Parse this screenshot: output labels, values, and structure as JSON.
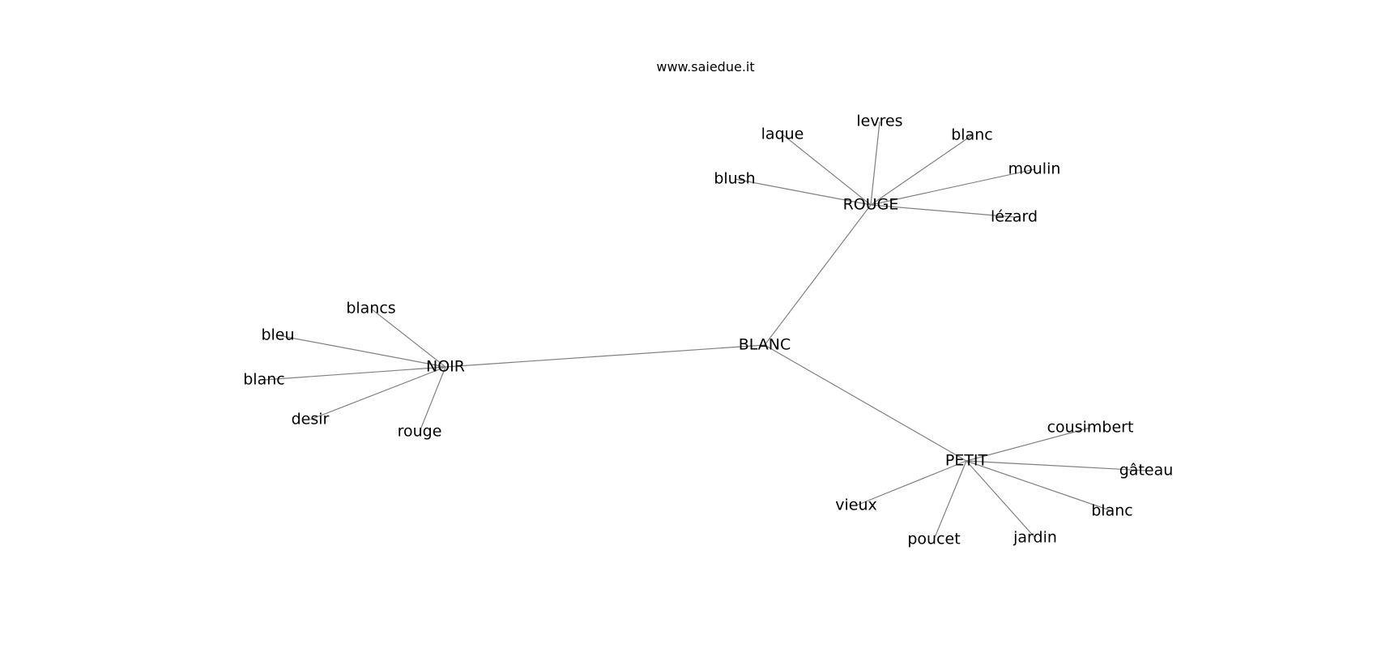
{
  "watermark": "www.saiedue.it",
  "colors": {
    "edge": "#808080",
    "label": "#000000",
    "background": "#ffffff"
  },
  "graph": {
    "nodes": [
      {
        "id": "BLANC",
        "label": "BLANC"
      },
      {
        "id": "ROUGE",
        "label": "ROUGE"
      },
      {
        "id": "NOIR",
        "label": "NOIR"
      },
      {
        "id": "PETIT",
        "label": "PETIT"
      },
      {
        "id": "r_laque",
        "label": "laque"
      },
      {
        "id": "r_levres",
        "label": "levres"
      },
      {
        "id": "r_blanc",
        "label": "blanc"
      },
      {
        "id": "r_moulin",
        "label": "moulin"
      },
      {
        "id": "r_blush",
        "label": "blush"
      },
      {
        "id": "r_lezard",
        "label": "lézard"
      },
      {
        "id": "n_blancs",
        "label": "blancs"
      },
      {
        "id": "n_bleu",
        "label": "bleu"
      },
      {
        "id": "n_blanc",
        "label": "blanc"
      },
      {
        "id": "n_desir",
        "label": "desir"
      },
      {
        "id": "n_rouge",
        "label": "rouge"
      },
      {
        "id": "p_cousimbert",
        "label": "cousimbert"
      },
      {
        "id": "p_gateau",
        "label": "gâteau"
      },
      {
        "id": "p_blanc",
        "label": "blanc"
      },
      {
        "id": "p_vieux",
        "label": "vieux"
      },
      {
        "id": "p_poucet",
        "label": "poucet"
      },
      {
        "id": "p_jardin",
        "label": "jardin"
      }
    ],
    "edges": [
      [
        "BLANC",
        "ROUGE"
      ],
      [
        "BLANC",
        "NOIR"
      ],
      [
        "BLANC",
        "PETIT"
      ],
      [
        "ROUGE",
        "r_laque"
      ],
      [
        "ROUGE",
        "r_levres"
      ],
      [
        "ROUGE",
        "r_blanc"
      ],
      [
        "ROUGE",
        "r_moulin"
      ],
      [
        "ROUGE",
        "r_blush"
      ],
      [
        "ROUGE",
        "r_lezard"
      ],
      [
        "NOIR",
        "n_blancs"
      ],
      [
        "NOIR",
        "n_bleu"
      ],
      [
        "NOIR",
        "n_blanc"
      ],
      [
        "NOIR",
        "n_desir"
      ],
      [
        "NOIR",
        "n_rouge"
      ],
      [
        "PETIT",
        "p_cousimbert"
      ],
      [
        "PETIT",
        "p_gateau"
      ],
      [
        "PETIT",
        "p_blanc"
      ],
      [
        "PETIT",
        "p_vieux"
      ],
      [
        "PETIT",
        "p_poucet"
      ],
      [
        "PETIT",
        "p_jardin"
      ]
    ]
  }
}
